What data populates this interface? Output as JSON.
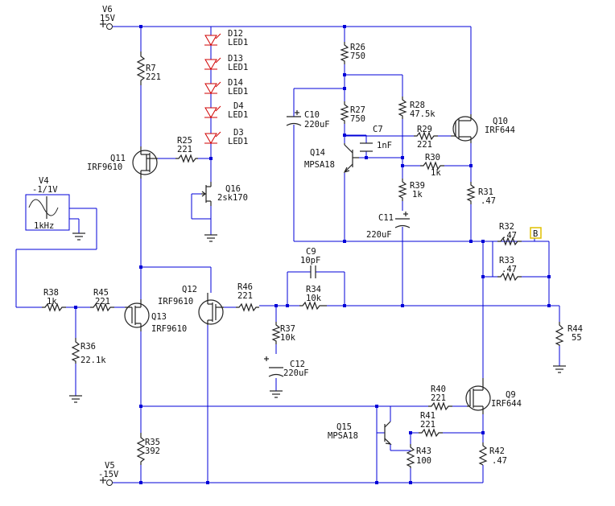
{
  "schematic": {
    "sources": [
      {
        "id": "V6",
        "value": "15V"
      },
      {
        "id": "V5",
        "value": "-15V"
      },
      {
        "id": "V4",
        "value": "-1/1V",
        "freq": "1kHz"
      }
    ],
    "leds": [
      {
        "id": "D12",
        "model": "LED1"
      },
      {
        "id": "D13",
        "model": "LED1"
      },
      {
        "id": "D14",
        "model": "LED1"
      },
      {
        "id": "D4",
        "model": "LED1"
      },
      {
        "id": "D3",
        "model": "LED1"
      }
    ],
    "resistors": {
      "R7": "221",
      "R25": "221",
      "R26": "750",
      "R27": "750",
      "R28": "47.5k",
      "R29": "221",
      "R30": "1k",
      "R31": ".47",
      "R32": ".47",
      "R33": ".47",
      "R34": "10k",
      "R35": "392",
      "R36": "22.1k",
      "R37": "10k",
      "R38": "1k",
      "R39": "1k",
      "R40": "221",
      "R41": "221",
      "R42": ".47",
      "R43": "100",
      "R44": "55",
      "R45": "221",
      "R46": "221"
    },
    "capacitors": {
      "C7": "1nF",
      "C9": "10pF",
      "C10": "220uF",
      "C11": "220uF",
      "C12": "220uF"
    },
    "transistors": {
      "Q9": "IRF644",
      "Q10": "IRF644",
      "Q11": "IRF9610",
      "Q12": "IRF9610",
      "Q13": "IRF9610",
      "Q14": "MPSA18",
      "Q15": "MPSA18",
      "Q16": "2sk170"
    },
    "probe": "B"
  }
}
